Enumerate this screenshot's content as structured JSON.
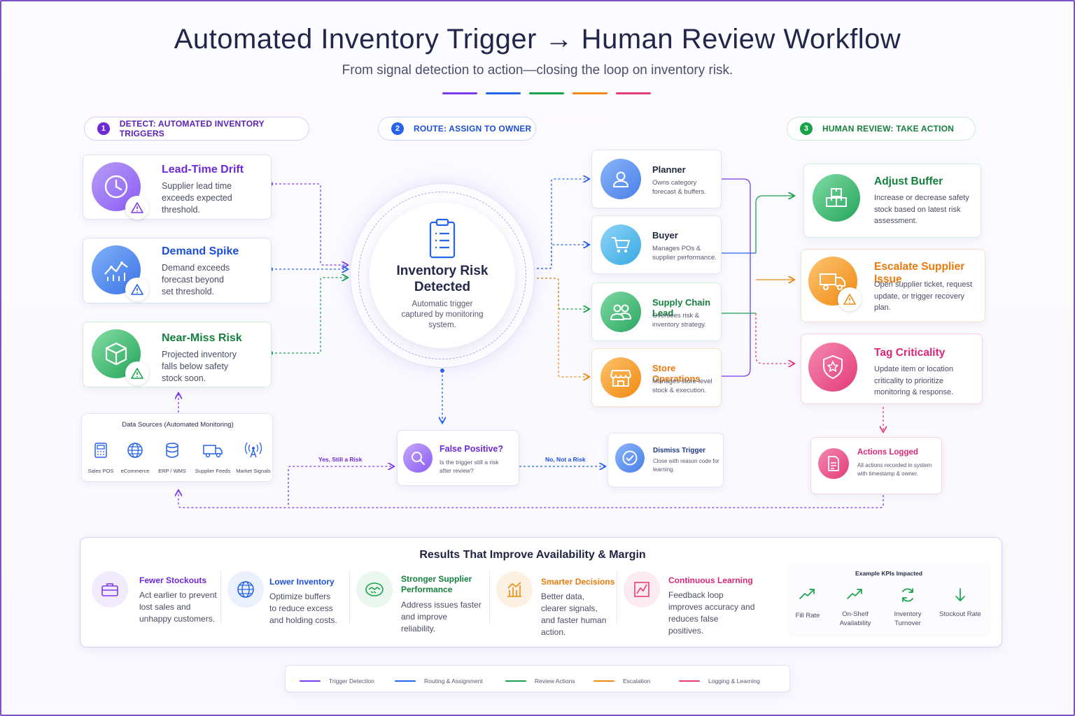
{
  "header": {
    "title": "Automated Inventory Trigger → Human Review Workflow",
    "subtitle": "From signal detection to action—closing the loop on inventory risk."
  },
  "colors": {
    "purple": "#7c3aed",
    "blue": "#2563eb",
    "green": "#16a34a",
    "orange": "#f08a12",
    "pink": "#e43d7a"
  },
  "steps": [
    {
      "number": "1",
      "label": "DETECT:  AUTOMATED INVENTORY TRIGGERS"
    },
    {
      "number": "2",
      "label": "ROUTE:  ASSIGN TO OWNER"
    },
    {
      "number": "3",
      "label": "HUMAN REVIEW: TAKE ACTION"
    }
  ],
  "triggers": [
    {
      "title": "Lead-Time Drift",
      "desc": "Supplier lead time exceeds expected threshold.",
      "icon": "clock-icon"
    },
    {
      "title": "Demand Spike",
      "desc": "Demand exceeds forecast beyond set threshold.",
      "icon": "trend-chart-icon"
    },
    {
      "title": "Near-Miss Risk",
      "desc": "Projected inventory falls below safety stock soon.",
      "icon": "box-icon"
    }
  ],
  "hub": {
    "title": "Inventory Risk Detected",
    "desc": "Automatic trigger captured by monitoring system.",
    "icon": "clipboard-icon"
  },
  "data_sources": {
    "title": "Data Sources (Automated Monitoring)",
    "items": [
      {
        "label": "Sales POS",
        "icon": "pos-icon"
      },
      {
        "label": "eCommerce",
        "icon": "globe-icon"
      },
      {
        "label": "ERP / WMS",
        "icon": "database-icon"
      },
      {
        "label": "Supplier Feeds",
        "icon": "truck-icon"
      },
      {
        "label": "Market Signals",
        "icon": "signal-icon"
      }
    ]
  },
  "owners": [
    {
      "title": "Planner",
      "desc": "Owns category forecast & buffers.",
      "icon": "person-icon"
    },
    {
      "title": "Buyer",
      "desc": "Manages POs & supplier performance.",
      "icon": "cart-icon"
    },
    {
      "title": "Supply Chain Lead",
      "desc": "Oversees risk & inventory strategy.",
      "icon": "team-icon"
    },
    {
      "title": "Store Operations",
      "desc": "Manages store-level stock & execution.",
      "icon": "store-icon"
    }
  ],
  "actions": [
    {
      "title": "Adjust Buffer",
      "desc": "Increase or decrease safety stock based on latest risk assessment.",
      "icon": "boxes-icon"
    },
    {
      "title": "Escalate Supplier Issue",
      "desc": "Open supplier ticket, request update, or trigger recovery plan.",
      "icon": "truck-icon"
    },
    {
      "title": "Tag Criticality",
      "desc": "Update item or location criticality to prioritize monitoring & response.",
      "icon": "shield-star-icon"
    }
  ],
  "false_positive": {
    "title": "False Positive?",
    "desc": "Is the trigger still a risk after review?",
    "icon": "search-icon"
  },
  "dismiss": {
    "title": "Dismiss Trigger",
    "desc": "Close with reason code for learning.",
    "icon": "check-circle-icon"
  },
  "logged": {
    "title": "Actions Logged",
    "desc": "All actions recorded in system with timestamp & owner.",
    "icon": "document-icon"
  },
  "flow_labels": {
    "yes": "Yes, Still a Risk",
    "no": "No, Not a Risk"
  },
  "results": {
    "title": "Results That Improve Availability & Margin",
    "items": [
      {
        "title": "Fewer Stockouts",
        "desc": "Act earlier to prevent lost sales and unhappy customers.",
        "icon": "briefcase-icon"
      },
      {
        "title": "Lower Inventory",
        "desc": "Optimize buffers to reduce excess and holding costs.",
        "icon": "globe-icon"
      },
      {
        "title": "Stronger Supplier Performance",
        "desc": "Address issues faster and improve reliability.",
        "icon": "handshake-icon"
      },
      {
        "title": "Smarter Decisions",
        "desc": "Better data, clearer signals, and faster human action.",
        "icon": "bar-chart-icon"
      },
      {
        "title": "Continuous Learning",
        "desc": "Feedback loop improves accuracy and reduces false positives.",
        "icon": "chart-line-icon"
      }
    ],
    "kpis": {
      "title": "Example KPIs Impacted",
      "items": [
        {
          "label": "Fill Rate",
          "icon": "trend-up-icon"
        },
        {
          "label": "On-Shelf Availability",
          "icon": "trend-up-icon"
        },
        {
          "label": "Inventory Turnover",
          "icon": "refresh-icon"
        },
        {
          "label": "Stockout Rate",
          "icon": "arrow-down-icon"
        }
      ]
    }
  },
  "legend": [
    {
      "label": "Trigger Detection",
      "color": "#7c3aed"
    },
    {
      "label": "Routing & Assignment",
      "color": "#2563eb"
    },
    {
      "label": "Review Actions",
      "color": "#16a34a"
    },
    {
      "label": "Escalation",
      "color": "#f08a12"
    },
    {
      "label": "Logging & Learning",
      "color": "#e43d7a"
    }
  ]
}
